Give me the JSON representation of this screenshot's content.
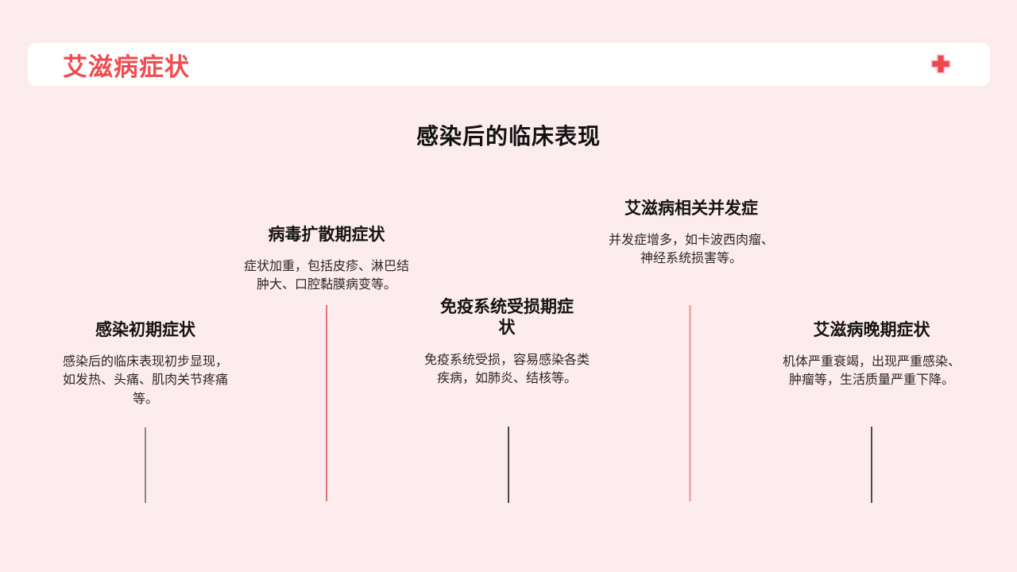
{
  "header": {
    "title": "艾滋病症状"
  },
  "section_title": "感染后的临床表现",
  "stages": [
    {
      "title": "感染初期症状",
      "body": "感染后的临床表现初步显现，\n如发热、头痛、肌肉关节疼痛\n等。"
    },
    {
      "title": "病毒扩散期症状",
      "body": "症状加重，包括皮疹、淋巴结\n肿大、口腔黏膜病变等。"
    },
    {
      "title": "免疫系统受损期症\n状",
      "body": "免疫系统受损，容易感染各类\n疾病，如肺炎、结核等。"
    },
    {
      "title": "艾滋病相关并发症",
      "body": "并发症增多，如卡波西肉瘤、\n神经系统损害等。"
    },
    {
      "title": "艾滋病晚期症状",
      "body": "机体严重衰竭，出现严重感染、\n肿瘤等，生活质量严重下降。"
    }
  ],
  "icons": {
    "header_right": "red-cross-icon"
  },
  "colors": {
    "background": "#FDECEE",
    "header_background": "#FFFFFF",
    "title_red": "#EF4D52",
    "cross_red": "#EF474E",
    "cross_outline": "#F7C3C6",
    "connector_salmon": "#DF7672",
    "connector_pink": "#F2AEB2",
    "connector_gray": "#8E8788",
    "connector_dark": "#4E4849",
    "body_text": "#2B2527"
  }
}
